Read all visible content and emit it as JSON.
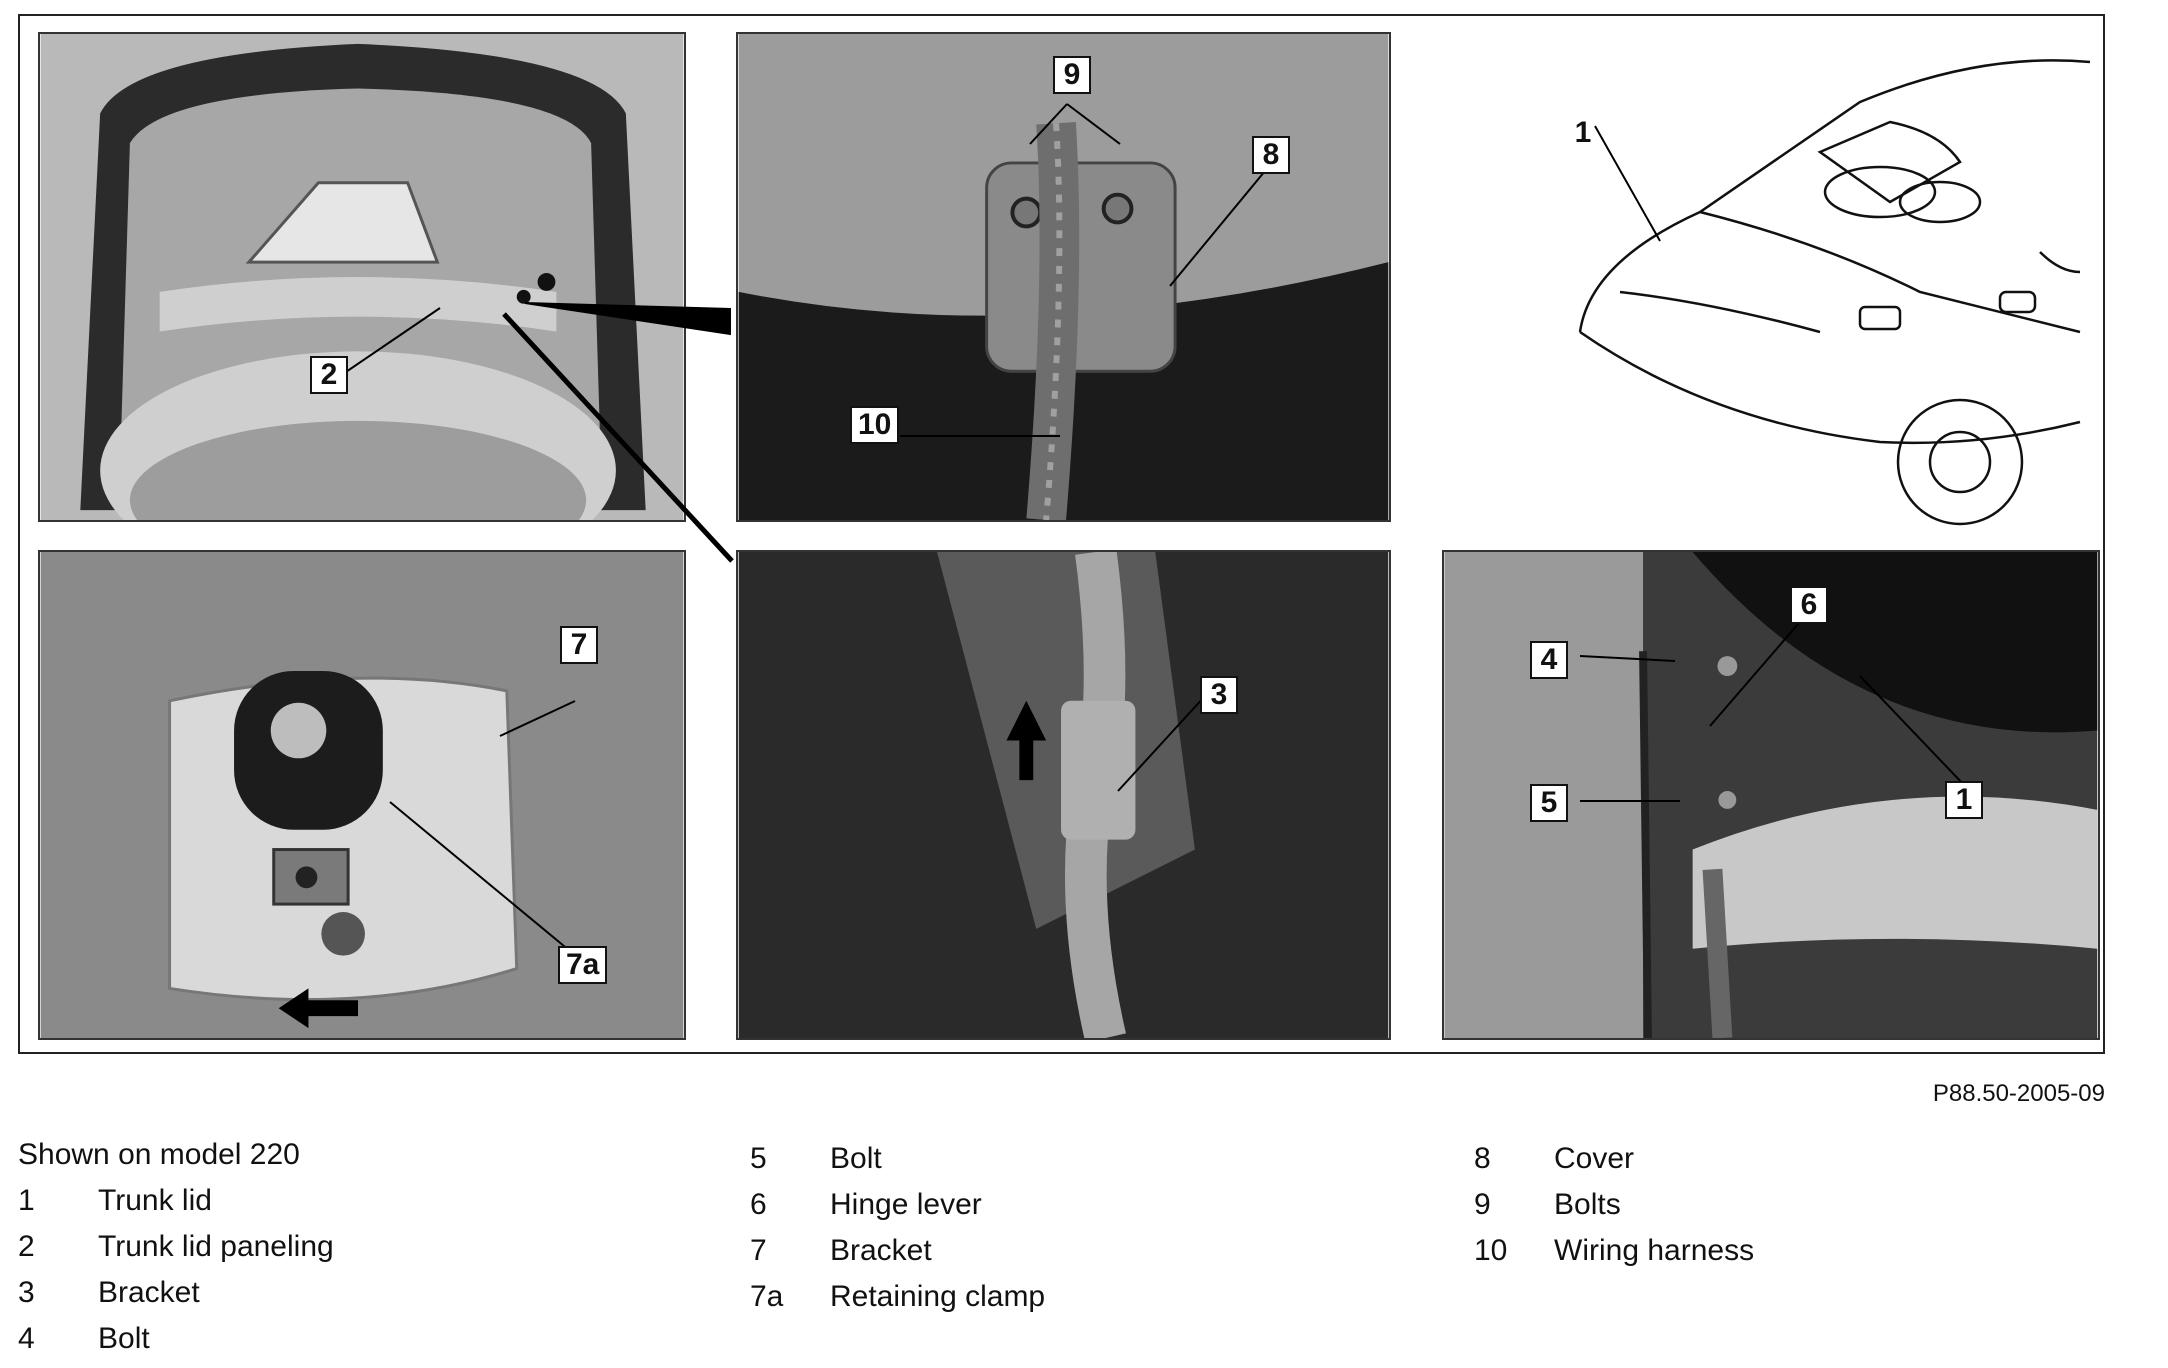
{
  "figure": {
    "reference": "P88.50-2005-09",
    "callouts": {
      "p1": [
        "2"
      ],
      "p2": [
        "9",
        "8",
        "10"
      ],
      "p3": [
        "1"
      ],
      "p4": [
        "7",
        "7a"
      ],
      "p5": [
        "3"
      ],
      "p6": [
        "4",
        "6",
        "5",
        "1"
      ]
    }
  },
  "legend": {
    "caption": "Shown on model 220",
    "col1": [
      {
        "num": "1",
        "label": "Trunk lid"
      },
      {
        "num": "2",
        "label": "Trunk lid paneling"
      },
      {
        "num": "3",
        "label": "Bracket"
      },
      {
        "num": "4",
        "label": "Bolt"
      }
    ],
    "col2": [
      {
        "num": "5",
        "label": "Bolt"
      },
      {
        "num": "6",
        "label": "Hinge lever"
      },
      {
        "num": "7",
        "label": "Bracket"
      },
      {
        "num": "7a",
        "label": "Retaining clamp"
      }
    ],
    "col3": [
      {
        "num": "8",
        "label": "Cover"
      },
      {
        "num": "9",
        "label": "Bolts"
      },
      {
        "num": "10",
        "label": "Wiring harness"
      }
    ]
  }
}
